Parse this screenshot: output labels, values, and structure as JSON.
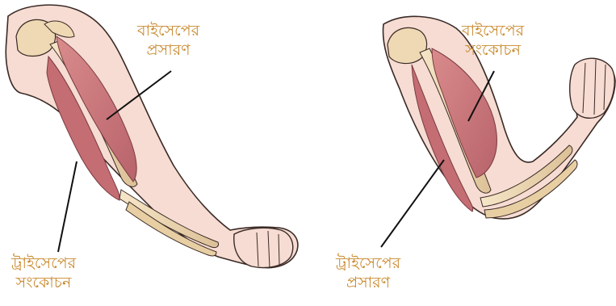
{
  "left_panel": {
    "biceps_label": [
      "বাইসেপের",
      "প্রসারণ"
    ],
    "triceps_label": [
      "ট্রাইসেপের",
      "সংকোচন"
    ]
  },
  "right_panel": {
    "biceps_label": [
      "বাইসেপের",
      "সংকোচন"
    ],
    "triceps_label": [
      "ট্রাইসেপের",
      "প্রসারণ"
    ]
  },
  "colors": {
    "skin": "#f6dcd2",
    "skin_outline": "#3a2a26",
    "bone": "#efd9b4",
    "muscle": "#c9777a",
    "muscle_dark": "#a85560",
    "label_text": "#c98a2e",
    "pointer_line": "#111111"
  }
}
